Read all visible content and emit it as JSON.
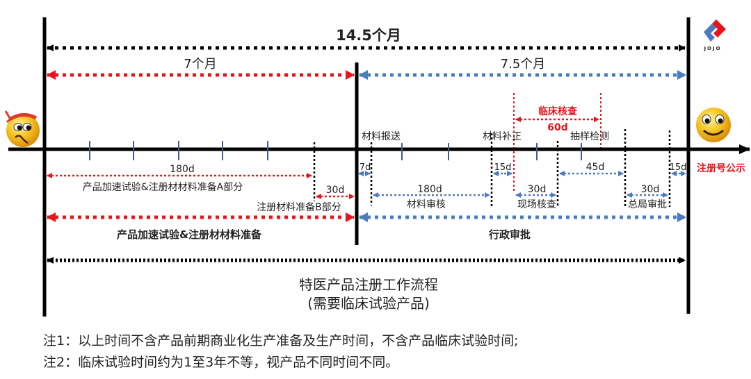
{
  "title": {
    "main": "特医产品注册工作流程",
    "sub": "(需要临床试验产品)"
  },
  "durations": {
    "total": "14.5个月",
    "phase1": "7个月",
    "phase2": "7.5个月"
  },
  "phases": {
    "phase1_label": "产品加速试验&注册材材料准备",
    "phase2_label": "行政审批"
  },
  "phase1_steps": [
    {
      "days": "180d",
      "label": "产品加速试验&注册材材料准备A部分"
    },
    {
      "days": "30d",
      "label": "注册材料准备B部分"
    }
  ],
  "phase2_top_labels": [
    "材料报送",
    "材料补正",
    "抽样检测"
  ],
  "phase2_steps": {
    "submit_gap": "7d",
    "review": {
      "days": "180d",
      "label": "材料审核"
    },
    "supplement": "15d",
    "onsite": {
      "days": "30d",
      "label": "现场核查"
    },
    "sampling": "45d",
    "approval": {
      "days": "30d",
      "label": "总局审批"
    },
    "publicity_gap": "15d"
  },
  "clinical_check": {
    "label": "临床核查",
    "days": "60d"
  },
  "end_label": "注册号公示",
  "logo": {
    "text": "JOJO"
  },
  "icons": {
    "start": "worried-face-icon",
    "end": "smiling-face-icon"
  },
  "notes": [
    "注1：以上时间不含产品前期商业化生产准备及生产时间，不含产品临床试验时间;",
    "注2：临床试验时间约为1至3年不等，视产品不同时间不同。"
  ],
  "colors": {
    "red": "#e8141c",
    "blue": "#4a7cc0",
    "tick": "#3f5f8f",
    "black": "#000000",
    "face": "#f2b818"
  }
}
